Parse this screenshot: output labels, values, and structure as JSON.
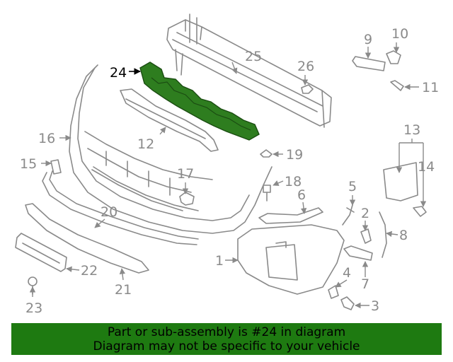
{
  "highlight": {
    "part_number": "24",
    "color": "#2e7d1f"
  },
  "callouts": {
    "c1": "1",
    "c2": "2",
    "c3": "3",
    "c4": "4",
    "c5": "5",
    "c6": "6",
    "c7": "7",
    "c8": "8",
    "c9": "9",
    "c10": "10",
    "c11": "11",
    "c12": "12",
    "c13": "13",
    "c14": "14",
    "c15": "15",
    "c16": "16",
    "c17": "17",
    "c18": "18",
    "c19": "19",
    "c20": "20",
    "c21": "21",
    "c22": "22",
    "c23": "23",
    "c24": "24",
    "c25": "25",
    "c26": "26"
  },
  "banner": {
    "line1": "Part or sub-assembly is #24 in diagram",
    "line2": "Diagram may not be specific to your vehicle",
    "bg_color": "#1e7a11"
  }
}
